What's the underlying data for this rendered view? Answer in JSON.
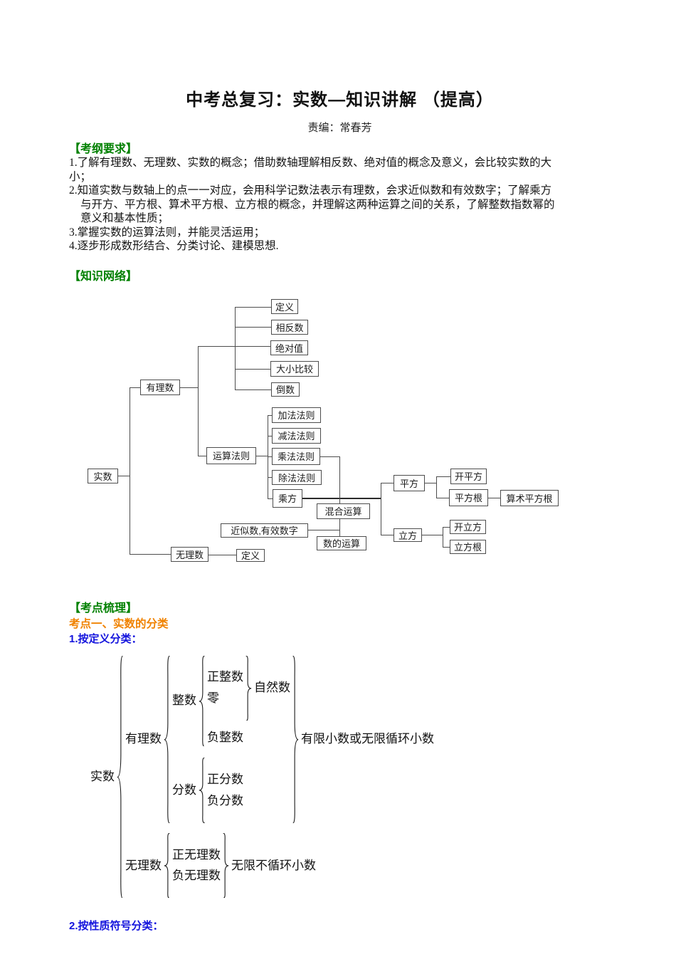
{
  "page": {
    "title": "中考总复习：实数—知识讲解 （提高）",
    "editor": "责编：常春芳"
  },
  "colors": {
    "heading_green": "#008000",
    "topic_orange": "#f08200",
    "sub_blue": "#1414dd"
  },
  "syllabus": {
    "heading": "【考纲要求】",
    "lines": [
      "1.了解有理数、无理数、实数的概念；借助数轴理解相反数、绝对值的概念及意义，会比较实数的大",
      "小；",
      "2.知道实数与数轴上的点一一对应，会用科学记数法表示有理数，会求近似数和有效数字；了解乘方",
      "与开方、平方根、算术平方根、立方根的概念，并理解这两种运算之间的关系，了解整数指数幂的",
      "意义和基本性质；",
      "3.掌握实数的运算法则，并能灵活运用；",
      "4.逐步形成数形结合、分类讨论、建模思想."
    ]
  },
  "network": {
    "heading": "【知识网络】",
    "nodes": {
      "shishu": "实数",
      "youlishu": "有理数",
      "dingyi1": "定义",
      "xiangfanshu": "相反数",
      "jueduizhi": "绝对值",
      "daxiaobijiao": "大小比较",
      "daoshu": "倒数",
      "yunsuanfaze": "运算法则",
      "jiafa": "加法法则",
      "jianfa": "减法法则",
      "chengfa": "乘法法则",
      "chufa": "除法法则",
      "chengfang": "乘方",
      "hunhe": "混合运算",
      "jinsishu": "近似数,有效数字",
      "shudeyunsuan": "数的运算",
      "wulishu": "无理数",
      "dingyi2": "定义",
      "pingfang": "平方",
      "kaipingfang": "开平方",
      "pingfanggen": "平方根",
      "suanshupingfanggen": "算术平方根",
      "lifang": "立方",
      "kailifang": "开立方",
      "lifanggen": "立方根"
    }
  },
  "review": {
    "heading": "【考点梳理】",
    "topic1": "考点一、实数的分类",
    "sub1": "1.按定义分类：",
    "sub2": "2.按性质符号分类："
  },
  "classification": {
    "root": "实数",
    "rational": "有理数",
    "integer": "整数",
    "pos_integer": "正整数",
    "zero": "零",
    "natural": "自然数",
    "neg_integer": "负整数",
    "fraction": "分数",
    "pos_fraction": "正分数",
    "neg_fraction": "负分数",
    "rational_note": "有限小数或无限循环小数",
    "irrational": "无理数",
    "pos_irrational": "正无理数",
    "neg_irrational": "负无理数",
    "irrational_note": "无限不循环小数"
  }
}
